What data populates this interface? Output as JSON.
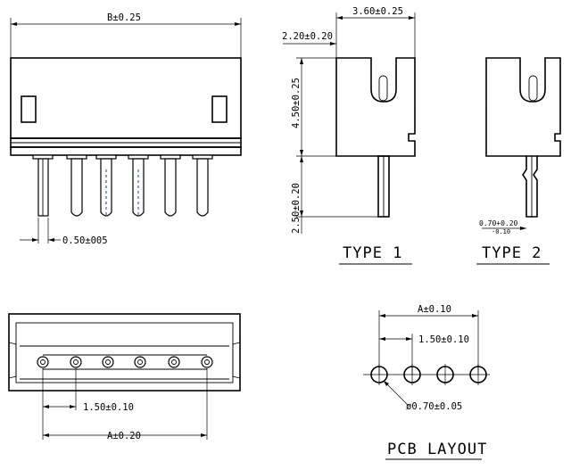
{
  "front": {
    "width_dim": "B±0.25",
    "pin_width_dim": "0.50±005"
  },
  "side": {
    "slot_width_dim": "3.60±0.25",
    "top_dim": "2.20±0.20",
    "height_dim": "4.50±0.25",
    "pin_len_dim": "2.50±0.20",
    "type1_label": "TYPE  1",
    "type2_label": "TYPE  2",
    "offset_dim_main": "0.70+0.20",
    "offset_dim_sub": "-0.10"
  },
  "bottom": {
    "pitch_dim": "1.50±0.10",
    "total_dim": "A±0.20"
  },
  "pcb": {
    "total_dim": "A±0.10",
    "pitch_dim": "1.50±0.10",
    "hole_dim": "ø0.70±0.05",
    "title": "PCB LAYOUT"
  }
}
